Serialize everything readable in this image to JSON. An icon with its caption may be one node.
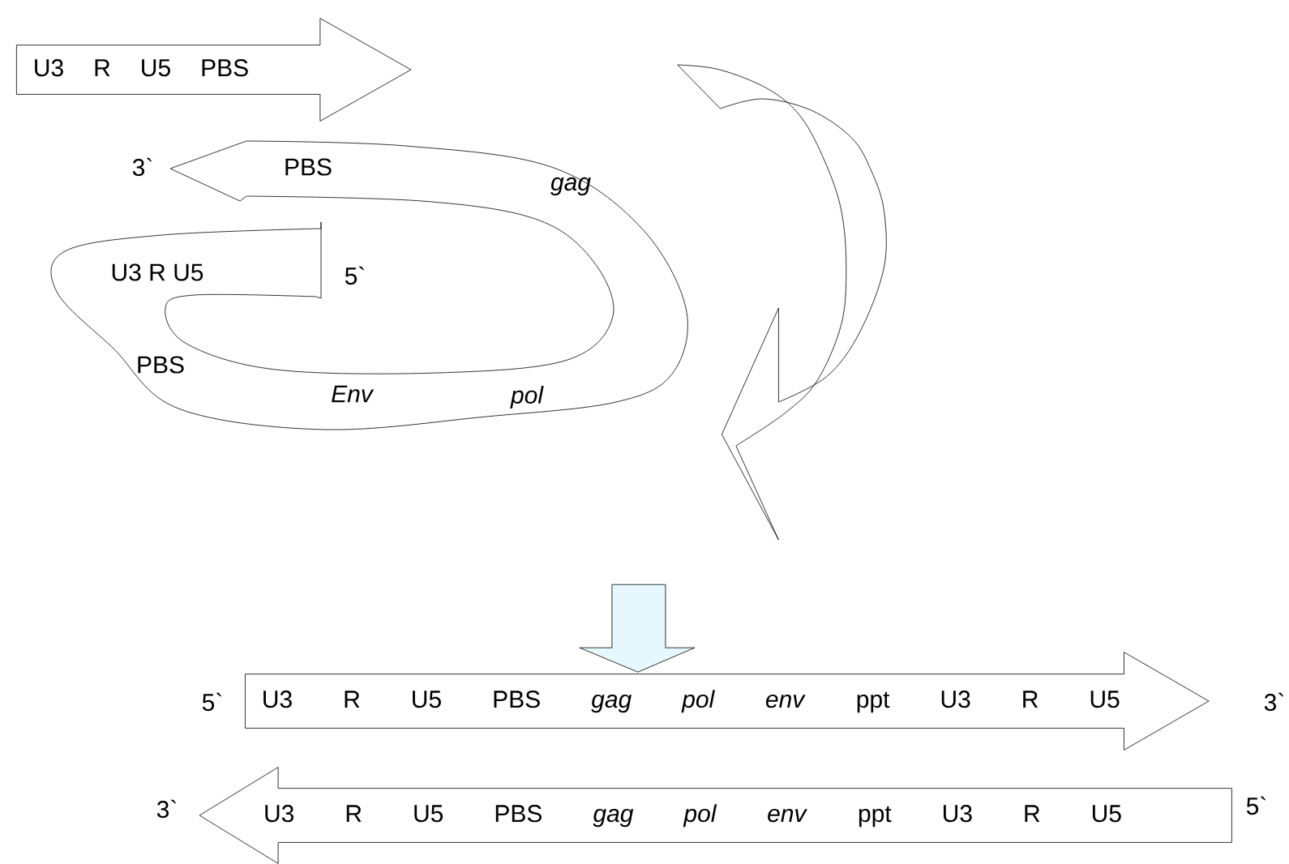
{
  "diagram": {
    "nodes": [
      {
        "text": [
          "U3 R U5 PBS"
        ]
      },
      {
        "text": [
          "PBS",
          "gag",
          "U3 R U5",
          "PBS",
          "Env",
          "pol"
        ],
        "beside": [
          "3`",
          "5`"
        ]
      },
      {
        "text": [
          "U3 R U5 PBS *gag* *pol* *env* ppt U3 R U5"
        ],
        "beside": [
          "5`",
          "3`"
        ]
      },
      {
        "text": [
          "U3 R U5 PBS *gag* *pol* *env* ppt U3 R U5"
        ],
        "beside": [
          "3`",
          "5`"
        ]
      }
    ],
    "edges": [
      {
        "from": 0,
        "to": 1,
        "arrow": "to"
      },
      {
        "from": null,
        "to": 2,
        "arrow": "to"
      }
    ]
  }
}
